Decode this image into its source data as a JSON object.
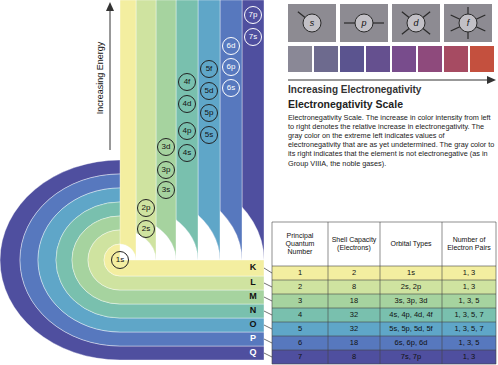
{
  "diagram": {
    "nodes": [
      {
        "text": [
          "1s"
        ]
      },
      {
        "text": [
          "2s"
        ]
      },
      {
        "text": [
          "2p"
        ]
      },
      {
        "text": [
          "3s"
        ]
      },
      {
        "text": [
          "3p"
        ]
      },
      {
        "text": [
          "3d"
        ]
      },
      {
        "text": [
          "4s"
        ]
      },
      {
        "text": [
          "4p"
        ]
      },
      {
        "text": [
          "4d"
        ]
      },
      {
        "text": [
          "4f"
        ]
      },
      {
        "text": [
          "5s"
        ]
      },
      {
        "text": [
          "5p"
        ]
      },
      {
        "text": [
          "5d"
        ]
      },
      {
        "text": [
          "5f"
        ]
      },
      {
        "text": [
          "6s"
        ]
      },
      {
        "text": [
          "6p"
        ]
      },
      {
        "text": [
          "6d"
        ]
      },
      {
        "text": [
          "7s"
        ]
      },
      {
        "text": [
          "7p"
        ]
      },
      {
        "text": [
          "s"
        ]
      },
      {
        "text": [
          "p"
        ]
      },
      {
        "text": [
          "d"
        ]
      },
      {
        "text": [
          "f"
        ]
      }
    ],
    "labels": [
      "Increasing Energy",
      "Increasing Electronegativity",
      "Electronegativity Scale",
      "Electronegativity Scale. The increase in color intensity from left to right denotes the relative increase in electronegativity. The gray color on the extreme left indicates values of electronegativity that are as yet undetermined. The gray color to its right indicates that the element is not electronegative (as in Group VIIIA, the noble gases).",
      "K",
      "L",
      "M",
      "N",
      "O",
      "P",
      "Q",
      "Principal Quantum Number",
      "Shell Capacity (Electrons)",
      "Orbital Types",
      "Number of Electron Pairs",
      "1",
      "2",
      "1s",
      "1, 3",
      "2",
      "8",
      "2s, 2p",
      "1, 3",
      "3",
      "18",
      "3s, 3p, 3d",
      "1, 3, 5",
      "4",
      "32",
      "4s, 4p, 4d, 4f",
      "1, 3, 5, 7",
      "5",
      "32",
      "5s, 5p, 5d, 5f",
      "1, 3, 5, 7",
      "6",
      "18",
      "6s, 6p, 6d",
      "1, 3, 5",
      "7",
      "8",
      "7s, 7p",
      "1, 3"
    ]
  }
}
